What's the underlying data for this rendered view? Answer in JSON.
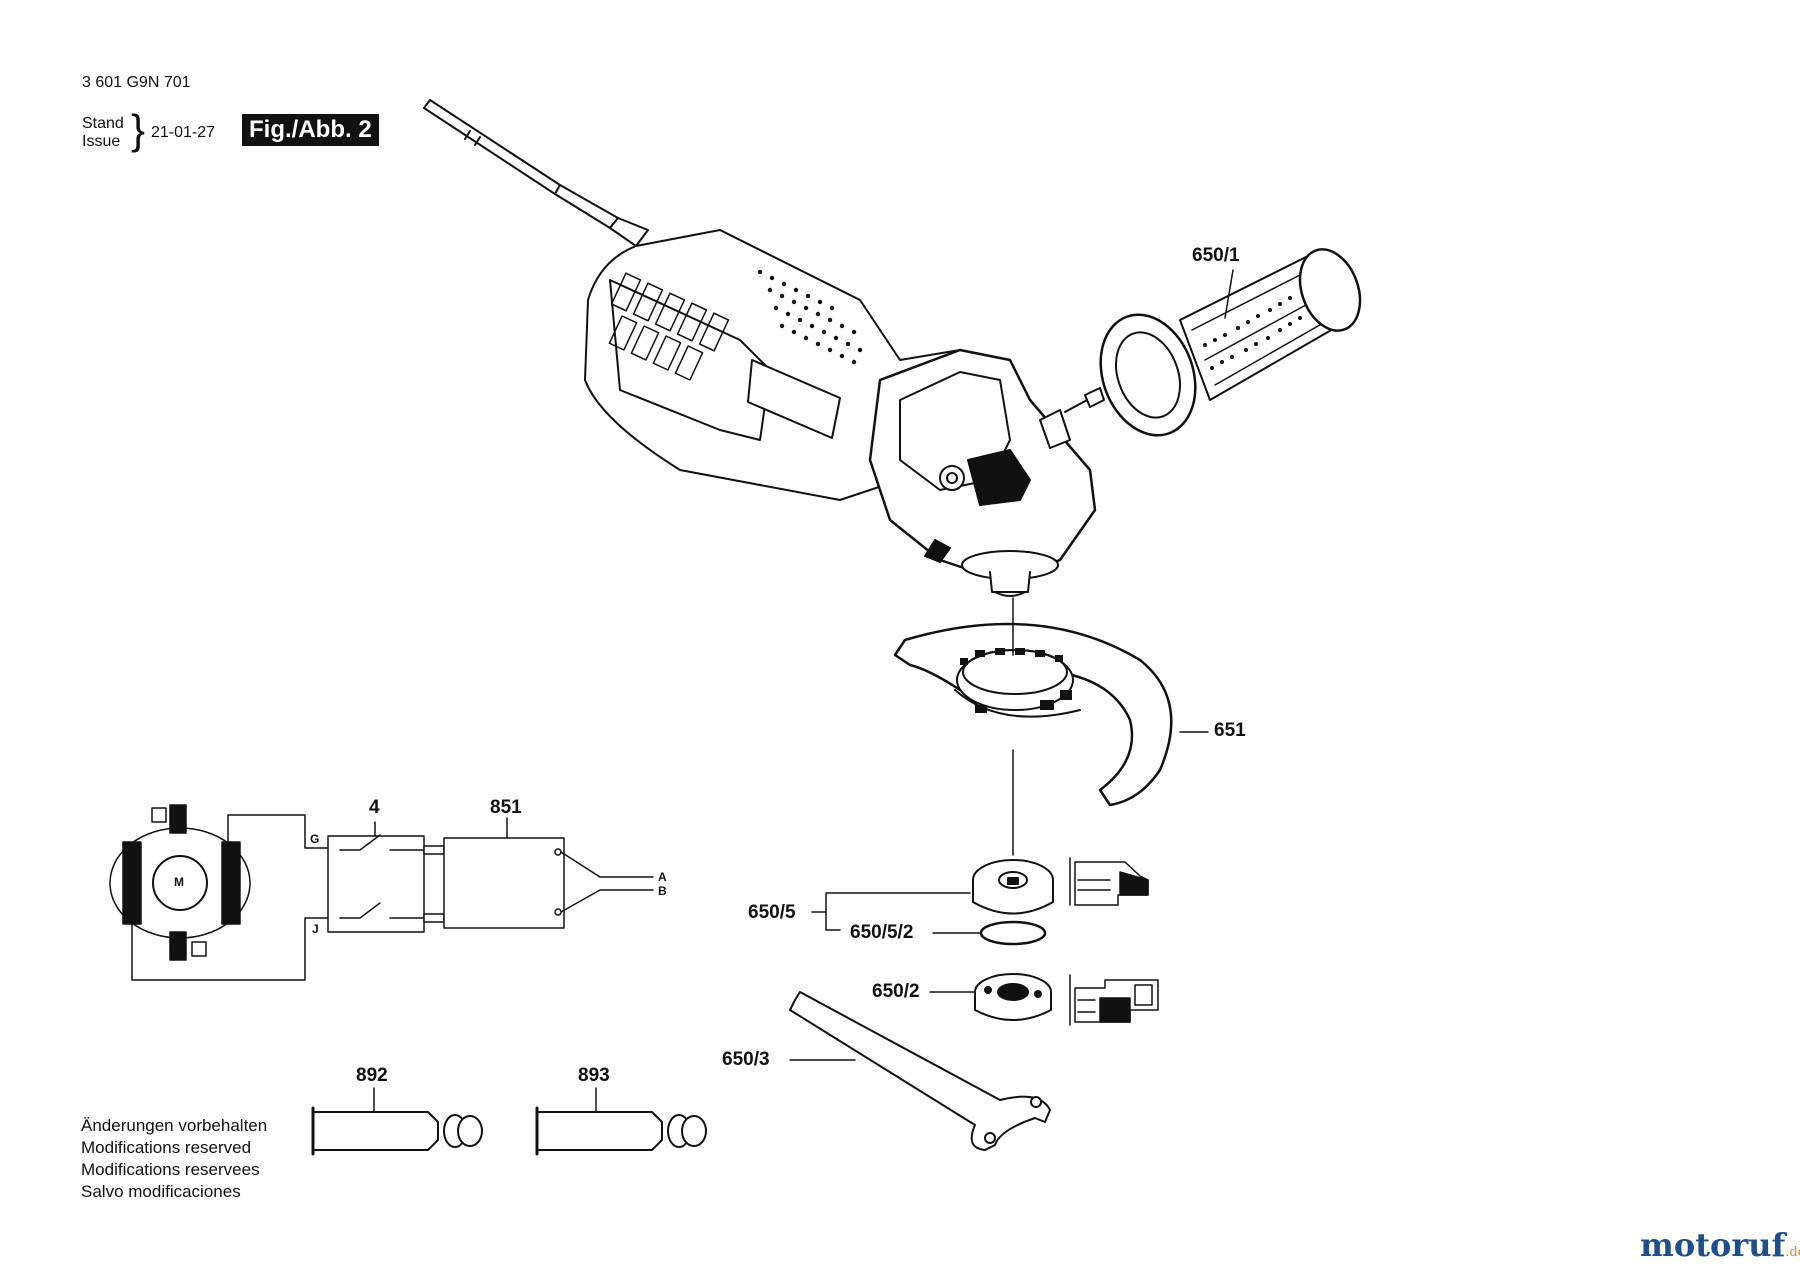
{
  "header": {
    "doc_number": "3 601 G9N 701",
    "stand_label": "Stand",
    "issue_label": "Issue",
    "date": "21-01-27",
    "fig_label": "Fig./Abb. 2"
  },
  "parts": {
    "p650_1": "650/1",
    "p651": "651",
    "p650_5": "650/5",
    "p650_5_2": "650/5/2",
    "p650_2": "650/2",
    "p650_3": "650/3",
    "p4": "4",
    "p851": "851",
    "p892": "892",
    "p893": "893"
  },
  "wiring": {
    "motor": "M",
    "terminal_g": "G",
    "terminal_j": "J",
    "terminal_a": "A",
    "terminal_b": "B"
  },
  "notes": [
    "Änderungen vorbehalten",
    "Modifications reserved",
    "Modifications reservees",
    "Salvo modificaciones"
  ],
  "watermark": {
    "name": "motoruf",
    "tld": ".de"
  },
  "colors": {
    "ink": "#111111",
    "logo_blue": "#1f4e8c",
    "logo_orange": "#e8872a"
  }
}
